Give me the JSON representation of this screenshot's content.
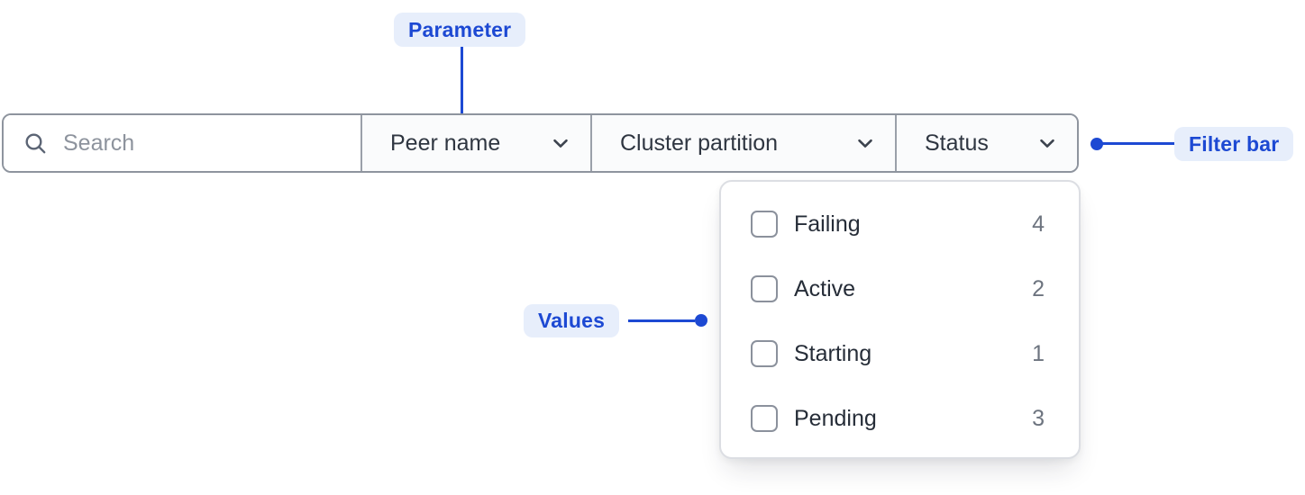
{
  "colors": {
    "annotation_accent": "#1d49d3",
    "annotation_pill_bg": "#e7eefb",
    "bar_border": "#8e949e",
    "trigger_bg": "#fafbfc",
    "panel_border": "#dcdee3",
    "label_text": "#2f3641",
    "count_text": "#6d747f"
  },
  "annotations": {
    "parameter": {
      "label": "Parameter"
    },
    "filter_bar": {
      "label": "Filter bar"
    },
    "values": {
      "label": "Values"
    }
  },
  "filter_bar": {
    "search": {
      "icon": "search-icon",
      "placeholder": "Search",
      "value": ""
    },
    "filters": [
      {
        "label": "Peer name",
        "icon": "chevron-down-icon"
      },
      {
        "label": "Cluster partition",
        "icon": "chevron-down-icon"
      },
      {
        "label": "Status",
        "icon": "chevron-down-icon",
        "open": true
      }
    ]
  },
  "status_dropdown": {
    "options": [
      {
        "label": "Failing",
        "count": "4",
        "checked": false
      },
      {
        "label": "Active",
        "count": "2",
        "checked": false
      },
      {
        "label": "Starting",
        "count": "1",
        "checked": false
      },
      {
        "label": "Pending",
        "count": "3",
        "checked": false
      }
    ]
  }
}
